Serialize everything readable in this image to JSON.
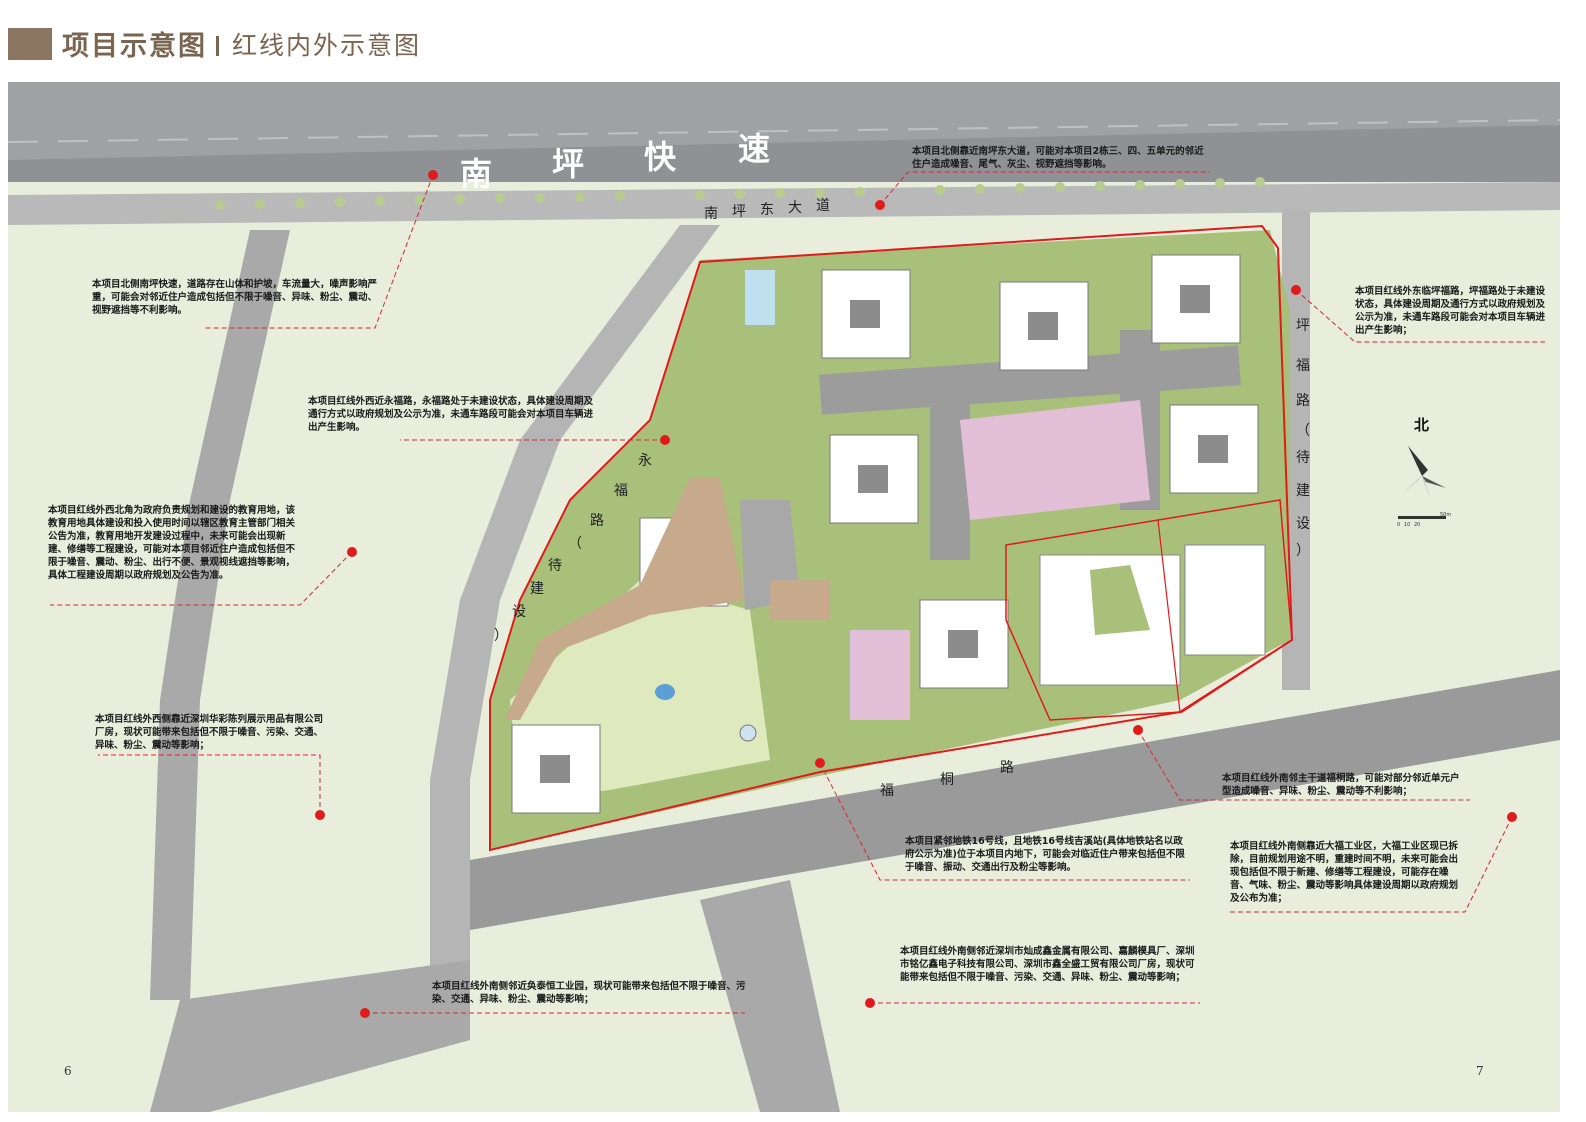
{
  "header": {
    "title": "项目示意图",
    "subtitle": "红线内外示意图"
  },
  "roads": {
    "expressway": [
      "南",
      "坪",
      "快",
      "速"
    ],
    "avenue": [
      "南",
      "坪",
      "东",
      "大",
      "道"
    ],
    "yongfu": [
      "永",
      "福",
      "路",
      "（",
      "待",
      "建",
      "设",
      "）"
    ],
    "pingfu": [
      "坪",
      "福",
      "路",
      "（",
      "待",
      "建",
      "设",
      "）"
    ],
    "futong": [
      "福",
      "桐",
      "路"
    ]
  },
  "compass": {
    "label": "北"
  },
  "scale": {
    "ticks": [
      "0",
      "10",
      "20",
      "50m"
    ]
  },
  "notes": {
    "n1": "本项目北侧南坪快速，道路存在山体和护坡，车流量大，噪声影响严重，可能会对邻近住户造成包括但不限于噪音、异味、粉尘、震动、视野遮挡等不利影响。",
    "n2": "本项目北侧靠近南坪东大道，可能对本项目2栋三、四、五单元的邻近住户造成噪音、尾气、灰尘、视野遮挡等影响。",
    "n3": "本项目红线外东临坪福路，坪福路处于未建设状态，具体建设周期及通行方式以政府规划及公示为准，未通车路段可能会对本项目车辆进出产生影响；",
    "n4": "本项目红线外西近永福路，永福路处于未建设状态，具体建设周期及通行方式以政府规划及公示为准，未通车路段可能会对本项目车辆进出产生影响。",
    "n5": "本项目红线外西北角为政府负责规划和建设的教育用地，该教育用地具体建设和投入使用时间以辖区教育主管部门相关公告为准，教育用地开发建设过程中，未来可能会出现新建、修缮等工程建设，可能对本项目邻近住户造成包括但不限于噪音、震动、粉尘、出行不便、景观视线遮挡等影响，具体工程建设周期以政府规划及公告为准。",
    "n6": "本项目红线外西侧靠近深圳华彩陈列展示用品有限公司厂房，现状可能带来包括但不限于噪音、污染、交通、异味、粉尘、震动等影响；",
    "n7": "本项目红线外南邻主干道福桐路，可能对部分邻近单元户型造成噪音、异味、粉尘、震动等不利影响；",
    "n8": "本项目紧邻地铁16号线，且地铁16号线吉溪站(具体地铁站名以政府公示为准)位于本项目内地下，可能会对临近住户带来包括但不限于噪音、振动、交通出行及粉尘等影响。",
    "n9": "本项目红线外南侧靠近大福工业区，大福工业区现已拆除，目前规划用途不明，重建时间不明，未来可能会出现包括但不限于新建、修缮等工程建设，可能存在噪音、气味、粉尘、震动等影响具体建设周期以政府规划及公布为准；",
    "n10": "本项目红线外南侧邻近奂泰恒工业园，现状可能带来包括但不限于噪音、污染、交通、异味、粉尘、震动等影响；",
    "n11": "本项目红线外南侧邻近深圳市灿成鑫金属有限公司、嘉麟模具厂、深圳市铭亿鑫电子科技有限公司、深圳市鑫全盛工贸有限公司厂房，现状可能带来包括但不限于噪音、污染、交通、异味、粉尘、震动等影响；"
  },
  "pages": {
    "left": "6",
    "right": "7"
  }
}
